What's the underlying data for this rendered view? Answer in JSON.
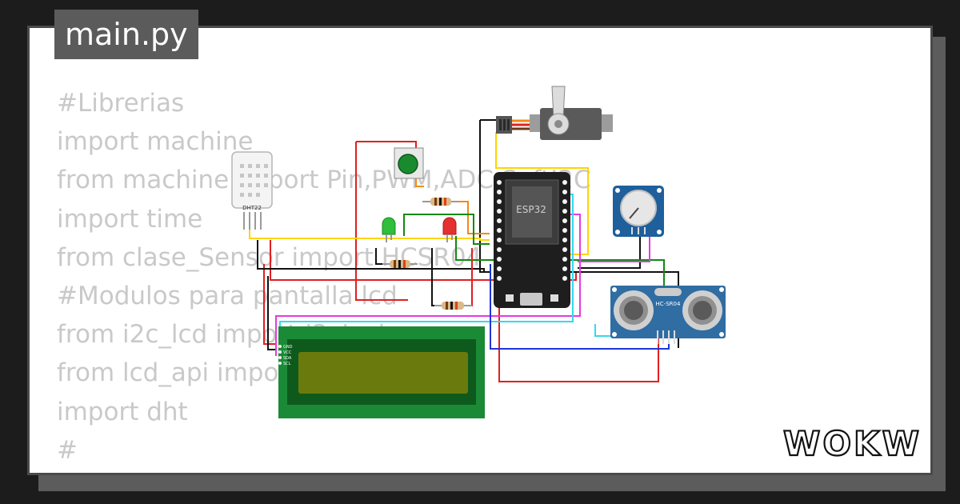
{
  "file_tab": {
    "label": "main.py"
  },
  "code_lines": [
    "#Librerias",
    "import machine",
    "from machine import Pin,PWM,ADC,SoftI2C",
    "import time",
    "from clase_Sensor import HCSR04",
    "#Modulos para pantalla lcd",
    "from i2c_lcd import I2cLcd",
    "from lcd_api import LcdApi",
    "import dht",
    "",
    "#"
  ],
  "components": {
    "dht_label": "DHT22",
    "esp32_label": "ESP32",
    "ultrasonic_label": "HC-SR04",
    "lcd_pins": [
      "GND",
      "VCC",
      "SDA",
      "SCL"
    ]
  },
  "brand": {
    "logo": "WOKWI"
  },
  "colors": {
    "background": "#1c1c1c",
    "card": "#ffffff",
    "tab": "#5b5b5b",
    "lcd_board": "#1b8a36",
    "lcd_screen": "#6b7a0c",
    "esp32_board": "#1e1e1e",
    "ultrasonic_board": "#2f6da3",
    "potentiometer_board": "#1e5f9c",
    "wire_red": "#e02020",
    "wire_black": "#111111",
    "wire_yellow": "#ffd400",
    "wire_green": "#128a12",
    "wire_blue": "#1f35d6",
    "wire_cyan": "#35d8ee",
    "wire_magenta": "#e23be0",
    "wire_orange": "#f28a14"
  }
}
